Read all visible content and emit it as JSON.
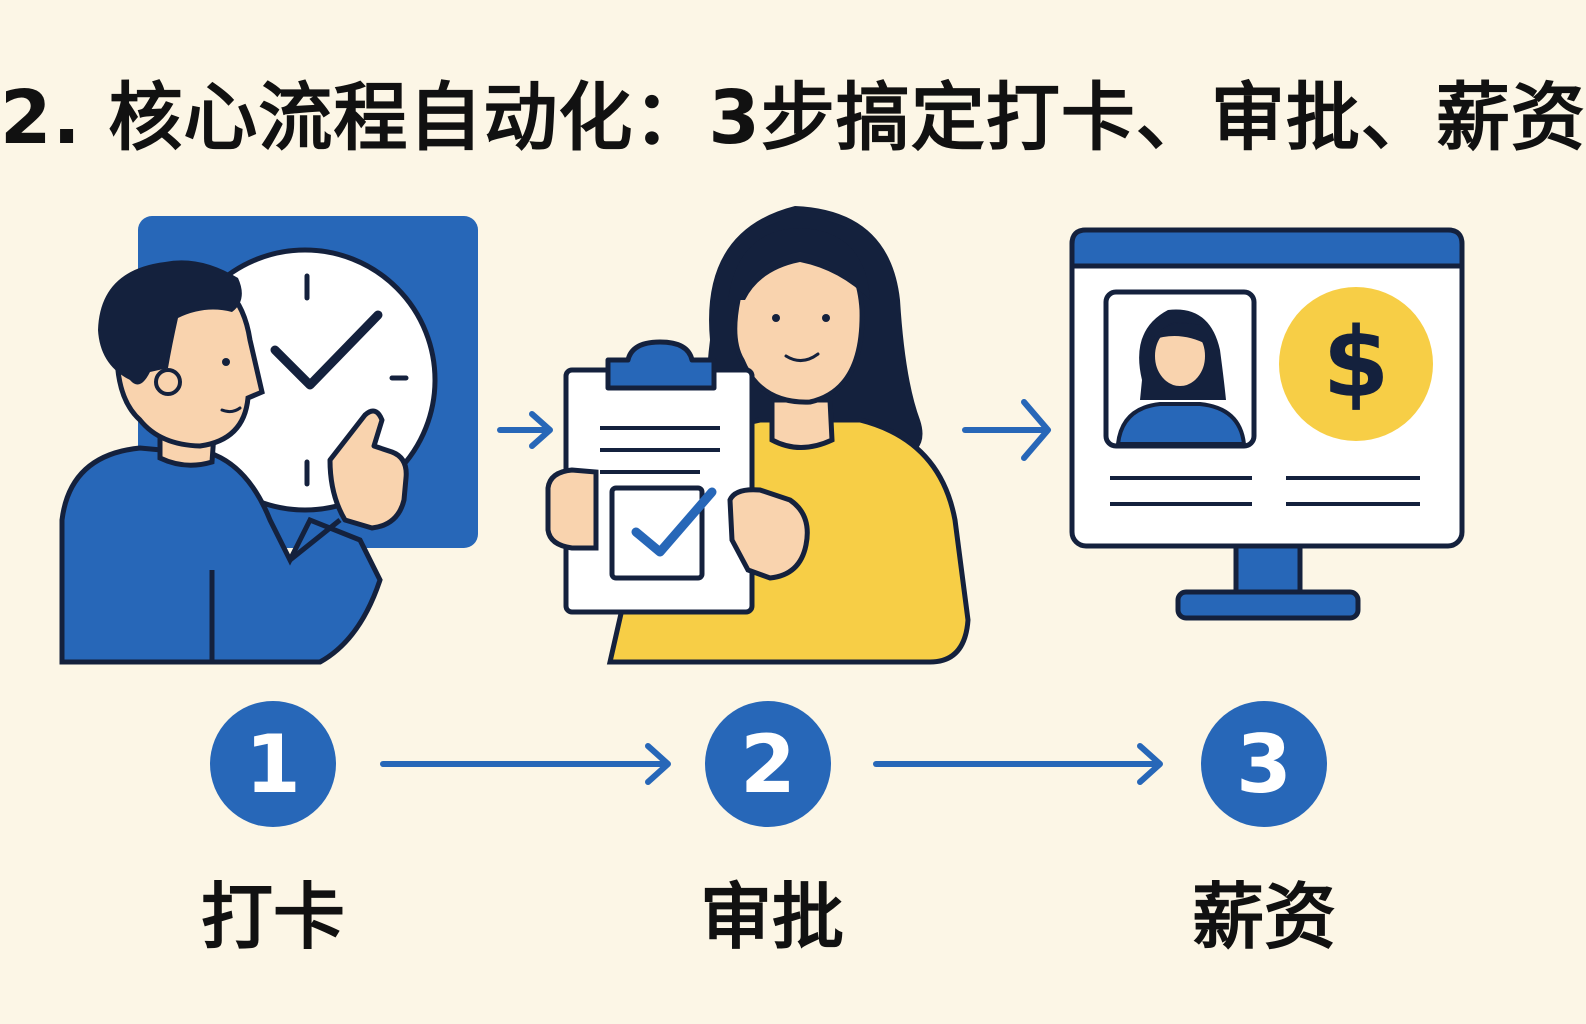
{
  "title": "2. 核心流程自动化：3步搞定打卡、审批、薪资",
  "steps": [
    {
      "number": "1",
      "label": "打卡"
    },
    {
      "number": "2",
      "label": "审批"
    },
    {
      "number": "3",
      "label": "薪资"
    }
  ],
  "icons": {
    "step1": "person-clock-checkin-icon",
    "step2": "woman-clipboard-approval-icon",
    "step3": "monitor-payroll-dollar-icon"
  },
  "payroll_symbol": "$",
  "colors": {
    "background": "#FCF6E6",
    "blue": "#2767B8",
    "navy": "#14213D",
    "yellow": "#F7CE46",
    "skin": "#F9D3AE",
    "text": "#111111"
  }
}
